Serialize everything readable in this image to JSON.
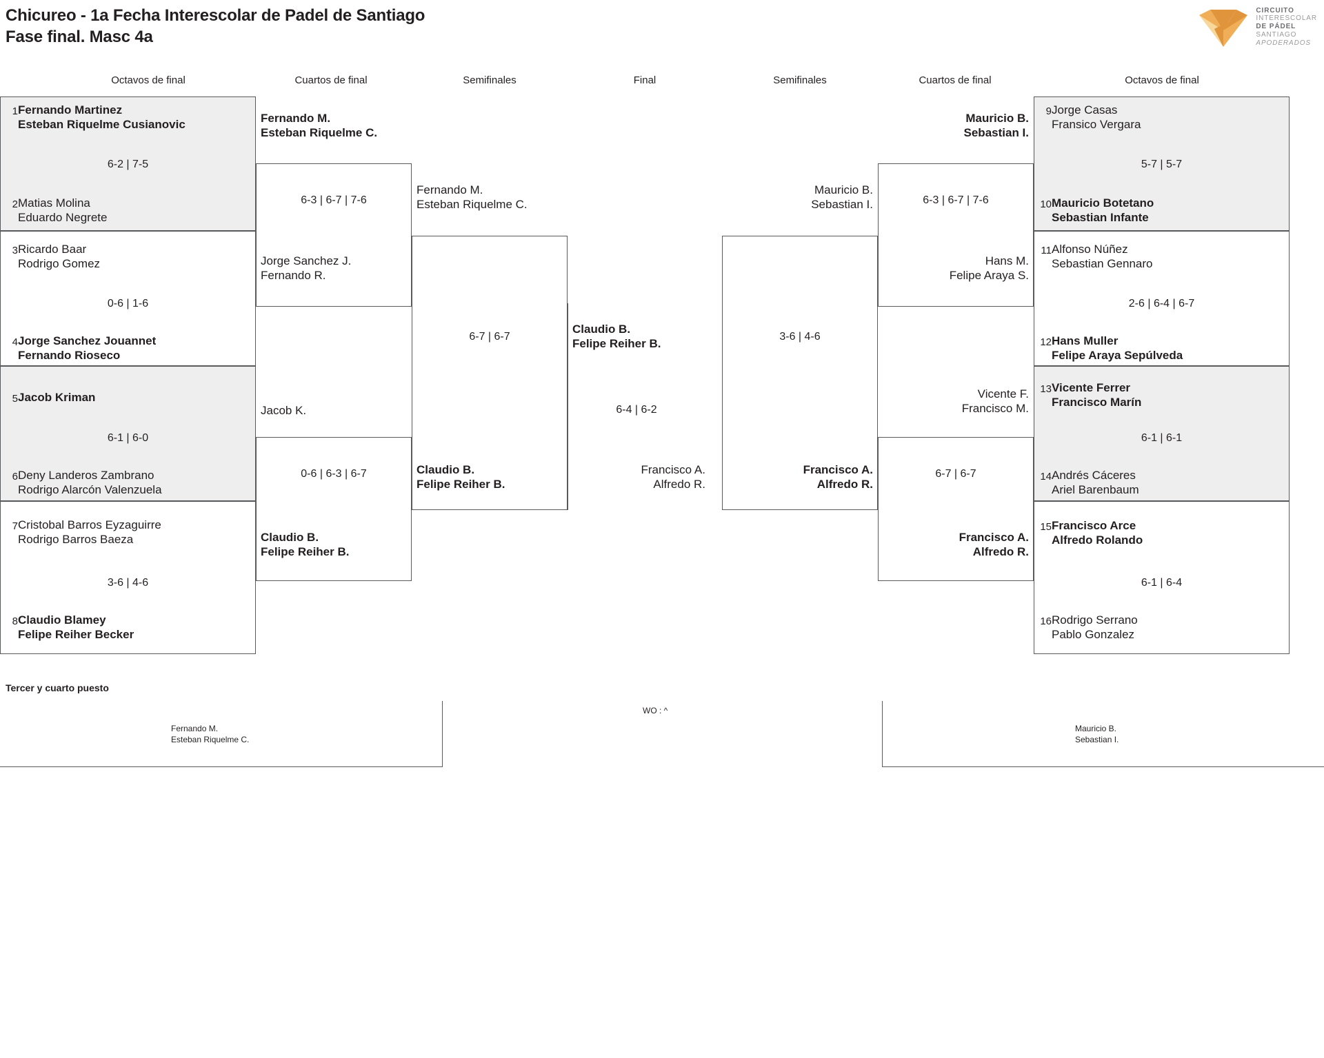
{
  "header": {
    "title_line1": "Chicureo - 1a Fecha Interescolar de Padel de Santiago",
    "title_line2": "Fase final. Masc 4a",
    "logo": {
      "line1": "CIRCUITO",
      "line2": "INTERESCOLAR",
      "line3": "DE PÁDEL",
      "line4": "SANTIAGO",
      "line5": "APODERADOS",
      "color_dark": "#E0943B",
      "color_mid": "#EFAE57",
      "color_light": "#F8D79B"
    }
  },
  "round_labels": {
    "octavos_left": "Octavos de final",
    "cuartos_left": "Cuartos de final",
    "semis_left": "Semifinales",
    "final": "Final",
    "semis_right": "Semifinales",
    "cuartos_right": "Cuartos de final",
    "octavos_right": "Octavos de final"
  },
  "left": {
    "octavos": [
      {
        "seed": "1",
        "p1": "Fernando Martinez",
        "p2": "Esteban Riquelme Cusianovic",
        "winner": true
      },
      {
        "seed": "2",
        "p1": "Matias Molina",
        "p2": "Eduardo Negrete",
        "winner": false
      },
      {
        "seed": "3",
        "p1": "Ricardo Baar",
        "p2": "Rodrigo Gomez",
        "winner": false
      },
      {
        "seed": "4",
        "p1": "Jorge Sanchez Jouannet",
        "p2": "Fernando Rioseco",
        "winner": true
      },
      {
        "seed": "5",
        "p1": "Jacob Kriman",
        "p2": "",
        "winner": true
      },
      {
        "seed": "6",
        "p1": "Deny Landeros Zambrano",
        "p2": "Rodrigo Alarcón Valenzuela",
        "winner": false
      },
      {
        "seed": "7",
        "p1": "Cristobal Barros Eyzaguirre",
        "p2": "Rodrigo Barros Baeza",
        "winner": false
      },
      {
        "seed": "8",
        "p1": "Claudio Blamey",
        "p2": "Felipe Reiher Becker",
        "winner": true
      }
    ],
    "octavos_scores": [
      "6-2 | 7-5",
      "0-6 | 1-6",
      "6-1 | 6-0",
      "3-6 | 4-6"
    ],
    "cuartos": [
      {
        "p1": "Fernando M.",
        "p2": "Esteban Riquelme C.",
        "winner": true
      },
      {
        "p1": "Jorge Sanchez J.",
        "p2": "Fernando R.",
        "winner": false
      },
      {
        "p1": "Jacob K.",
        "p2": "",
        "winner": false
      },
      {
        "p1": "Claudio B.",
        "p2": "Felipe Reiher B.",
        "winner": true
      }
    ],
    "cuartos_scores": [
      "6-3 | 6-7 | 7-6",
      "0-6 | 6-3 | 6-7"
    ],
    "semis": [
      {
        "p1": "Fernando M.",
        "p2": "Esteban Riquelme C.",
        "winner": false
      },
      {
        "p1": "Claudio B.",
        "p2": "Felipe Reiher B.",
        "winner": true
      }
    ],
    "semis_score": "6-7 | 6-7"
  },
  "final": {
    "top": {
      "p1": "Claudio B.",
      "p2": "Felipe Reiher B.",
      "winner": true
    },
    "bottom": {
      "p1": "Francisco A.",
      "p2": "Alfredo R.",
      "winner": false
    },
    "score": "6-4 | 6-2"
  },
  "right": {
    "octavos": [
      {
        "seed": "9",
        "p1": "Jorge Casas",
        "p2": "Fransico Vergara",
        "winner": false
      },
      {
        "seed": "10",
        "p1": "Mauricio Botetano",
        "p2": "Sebastian Infante",
        "winner": true
      },
      {
        "seed": "11",
        "p1": "Alfonso Núñez",
        "p2": "Sebastian Gennaro",
        "winner": false
      },
      {
        "seed": "12",
        "p1": "Hans Muller",
        "p2": "Felipe Araya Sepúlveda",
        "winner": true
      },
      {
        "seed": "13",
        "p1": "Vicente Ferrer",
        "p2": "Francisco Marín",
        "winner": true
      },
      {
        "seed": "14",
        "p1": "Andrés Cáceres",
        "p2": "Ariel Barenbaum",
        "winner": false
      },
      {
        "seed": "15",
        "p1": "Francisco Arce",
        "p2": "Alfredo Rolando",
        "winner": true
      },
      {
        "seed": "16",
        "p1": "Rodrigo Serrano",
        "p2": "Pablo Gonzalez",
        "winner": false
      }
    ],
    "octavos_scores": [
      "5-7 | 5-7",
      "2-6 | 6-4 | 6-7",
      "6-1 | 6-1",
      "6-1 | 6-4"
    ],
    "cuartos": [
      {
        "p1": "Mauricio B.",
        "p2": "Sebastian I.",
        "winner": true
      },
      {
        "p1": "Hans M.",
        "p2": "Felipe Araya S.",
        "winner": false
      },
      {
        "p1": "Vicente F.",
        "p2": "Francisco M.",
        "winner": false
      },
      {
        "p1": "Francisco A.",
        "p2": "Alfredo R.",
        "winner": true
      }
    ],
    "cuartos_scores": [
      "6-3 | 6-7 | 7-6",
      "6-7 | 6-7"
    ],
    "semis": [
      {
        "p1": "Mauricio B.",
        "p2": "Sebastian I.",
        "winner": false
      },
      {
        "p1": "Francisco A.",
        "p2": "Alfredo R.",
        "winner": true
      }
    ],
    "semis_score": "3-6 | 4-6"
  },
  "third_place": {
    "title": "Tercer y cuarto puesto",
    "left_p1": "Fernando M.",
    "left_p2": "Esteban Riquelme C.",
    "right_p1": "Mauricio B.",
    "right_p2": "Sebastian I.",
    "score": "WO : ^"
  }
}
